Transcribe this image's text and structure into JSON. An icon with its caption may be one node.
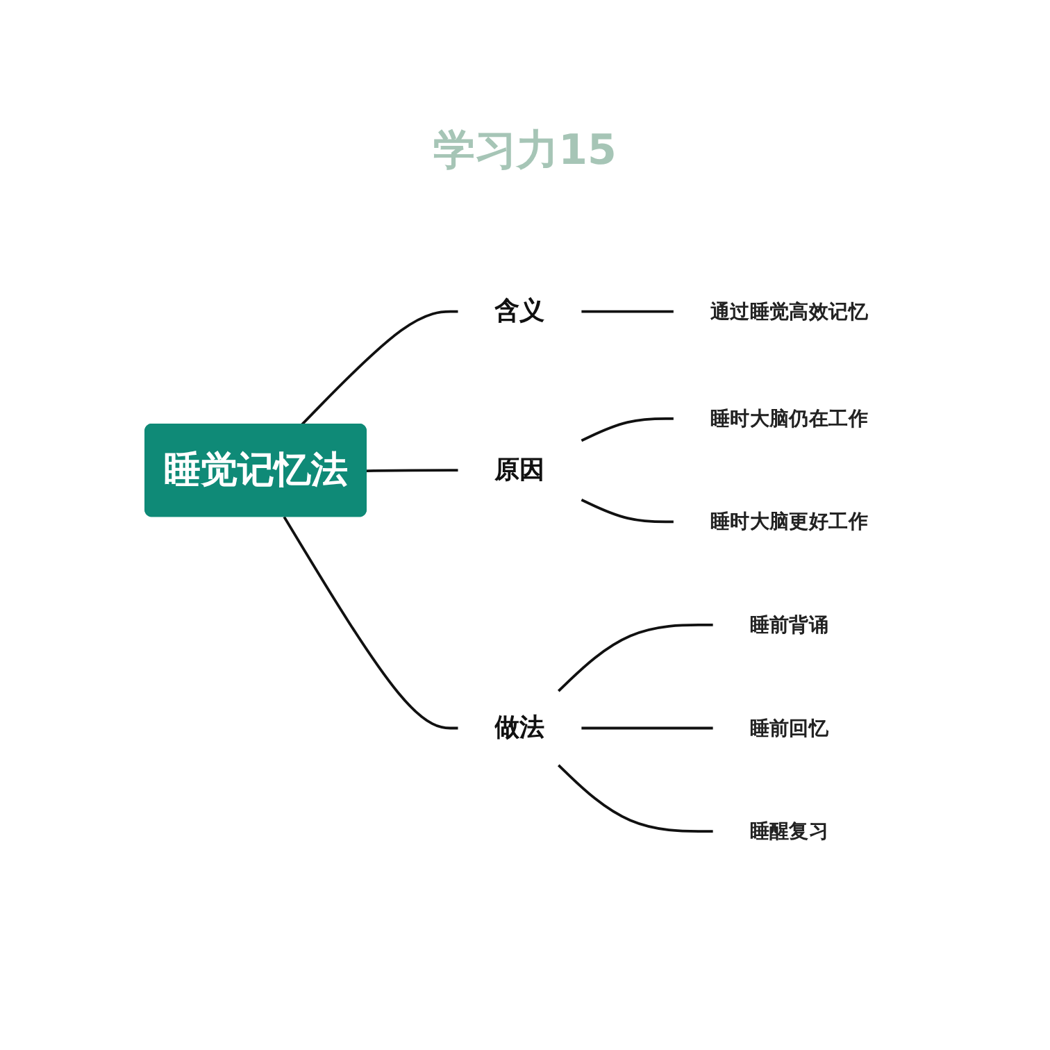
{
  "diagram": {
    "title": "学习力15",
    "nodes": [
      {
        "text": [
          "睡觉记忆法"
        ]
      },
      {
        "text": [
          "含义"
        ]
      },
      {
        "text": [
          "通过睡觉高效记忆"
        ]
      },
      {
        "text": [
          "原因"
        ]
      },
      {
        "text": [
          "睡时大脑仍在工作"
        ]
      },
      {
        "text": [
          "睡时大脑更好工作"
        ]
      },
      {
        "text": [
          "做法"
        ]
      },
      {
        "text": [
          "睡前背诵"
        ]
      },
      {
        "text": [
          "睡前回忆"
        ]
      },
      {
        "text": [
          "睡醒复习"
        ]
      }
    ],
    "edges": [
      {
        "from": 0,
        "to": 1,
        "arrow": "none"
      },
      {
        "from": 1,
        "to": 2,
        "arrow": "none"
      },
      {
        "from": 0,
        "to": 3,
        "arrow": "none"
      },
      {
        "from": 3,
        "to": 4,
        "arrow": "none"
      },
      {
        "from": 3,
        "to": 5,
        "arrow": "none"
      },
      {
        "from": 0,
        "to": 6,
        "arrow": "none"
      },
      {
        "from": 6,
        "to": 7,
        "arrow": "none"
      },
      {
        "from": 6,
        "to": 8,
        "arrow": "none"
      },
      {
        "from": 6,
        "to": 9,
        "arrow": "none"
      }
    ]
  }
}
